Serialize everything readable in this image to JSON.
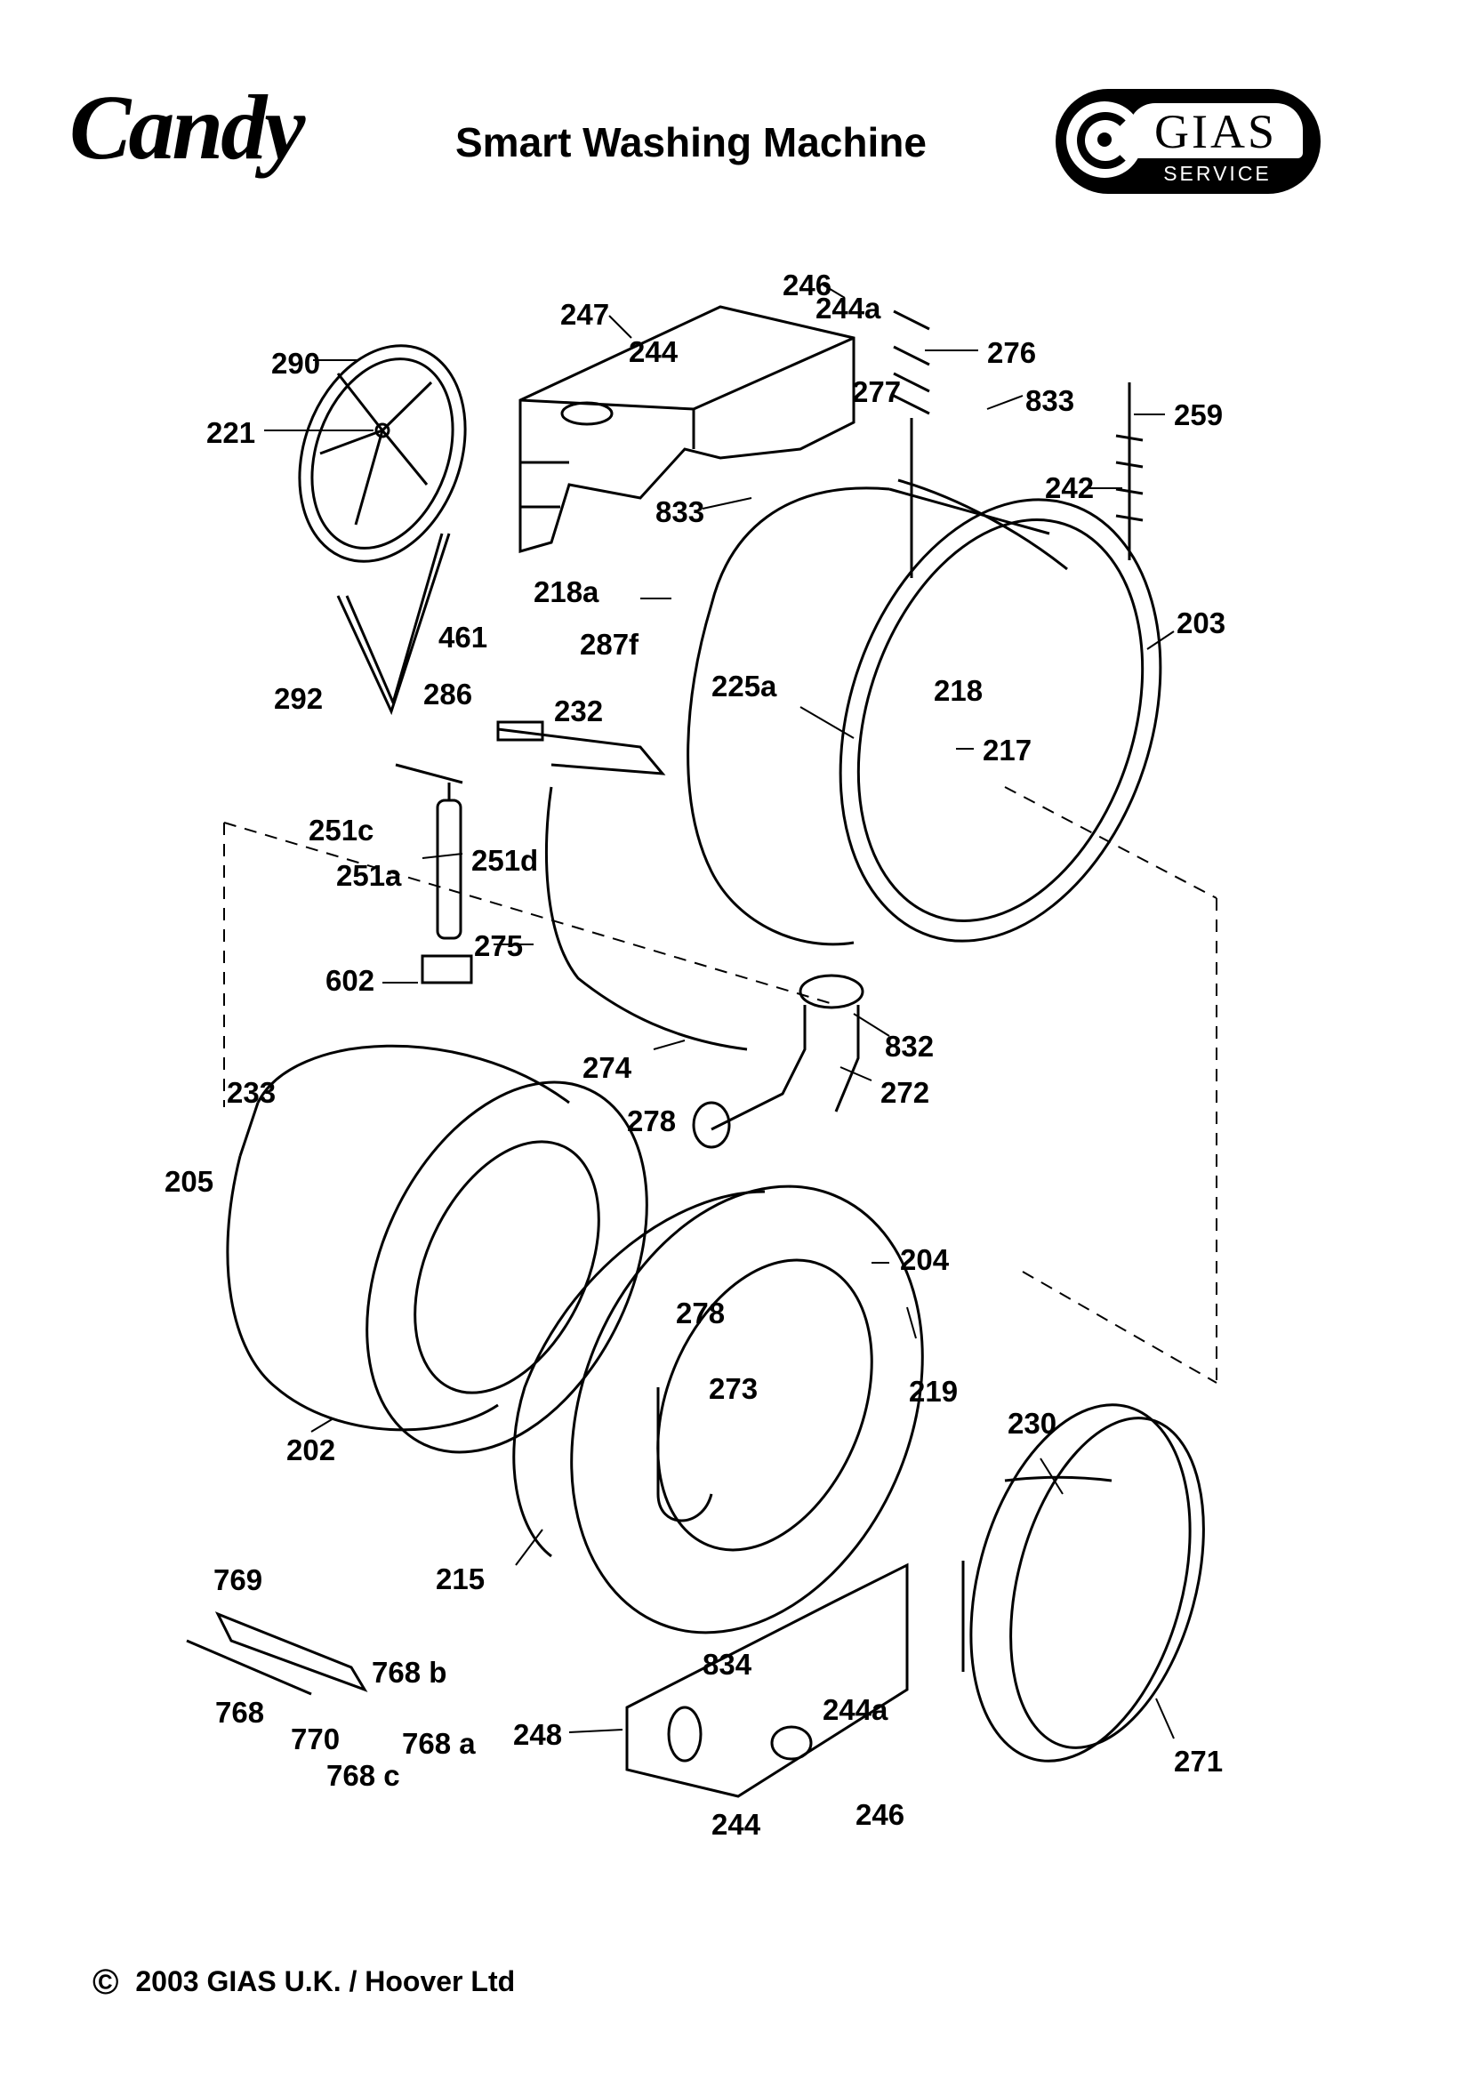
{
  "header": {
    "brand": "Candy",
    "title": "Smart Washing Machine",
    "service_badge": {
      "name": "GIAS",
      "subtitle": "SERVICE"
    }
  },
  "footer": {
    "copyright_symbol": "©",
    "text": "2003 GIAS U.K. / Hoover Ltd"
  },
  "parts": [
    {
      "id": "246-top",
      "label": "246"
    },
    {
      "id": "247",
      "label": "247"
    },
    {
      "id": "244a-top",
      "label": "244a"
    },
    {
      "id": "244-top",
      "label": "244"
    },
    {
      "id": "276",
      "label": "276"
    },
    {
      "id": "290",
      "label": "290"
    },
    {
      "id": "277",
      "label": "277"
    },
    {
      "id": "833-right",
      "label": "833"
    },
    {
      "id": "259",
      "label": "259"
    },
    {
      "id": "221",
      "label": "221"
    },
    {
      "id": "242",
      "label": "242"
    },
    {
      "id": "833-left",
      "label": "833"
    },
    {
      "id": "218a",
      "label": "218a"
    },
    {
      "id": "203",
      "label": "203"
    },
    {
      "id": "461",
      "label": "461"
    },
    {
      "id": "287f",
      "label": "287f"
    },
    {
      "id": "225a",
      "label": "225a"
    },
    {
      "id": "292",
      "label": "292"
    },
    {
      "id": "286",
      "label": "286"
    },
    {
      "id": "232",
      "label": "232"
    },
    {
      "id": "218",
      "label": "218"
    },
    {
      "id": "217",
      "label": "217"
    },
    {
      "id": "251c",
      "label": "251c"
    },
    {
      "id": "251a",
      "label": "251a"
    },
    {
      "id": "251d",
      "label": "251d"
    },
    {
      "id": "275",
      "label": "275"
    },
    {
      "id": "602",
      "label": "602"
    },
    {
      "id": "832",
      "label": "832"
    },
    {
      "id": "274",
      "label": "274"
    },
    {
      "id": "272",
      "label": "272"
    },
    {
      "id": "233",
      "label": "233"
    },
    {
      "id": "278-top",
      "label": "278"
    },
    {
      "id": "205",
      "label": "205"
    },
    {
      "id": "204",
      "label": "204"
    },
    {
      "id": "278-bottom",
      "label": "278"
    },
    {
      "id": "219",
      "label": "219"
    },
    {
      "id": "273",
      "label": "273"
    },
    {
      "id": "202",
      "label": "202"
    },
    {
      "id": "230",
      "label": "230"
    },
    {
      "id": "215",
      "label": "215"
    },
    {
      "id": "769",
      "label": "769"
    },
    {
      "id": "768b",
      "label": "768 b"
    },
    {
      "id": "834",
      "label": "834"
    },
    {
      "id": "768",
      "label": "768"
    },
    {
      "id": "770",
      "label": "770"
    },
    {
      "id": "768a",
      "label": "768 a"
    },
    {
      "id": "244a-bottom",
      "label": "244a"
    },
    {
      "id": "248",
      "label": "248"
    },
    {
      "id": "768c",
      "label": "768 c"
    },
    {
      "id": "271",
      "label": "271"
    },
    {
      "id": "246-bottom",
      "label": "246"
    },
    {
      "id": "244-bottom",
      "label": "244"
    }
  ]
}
